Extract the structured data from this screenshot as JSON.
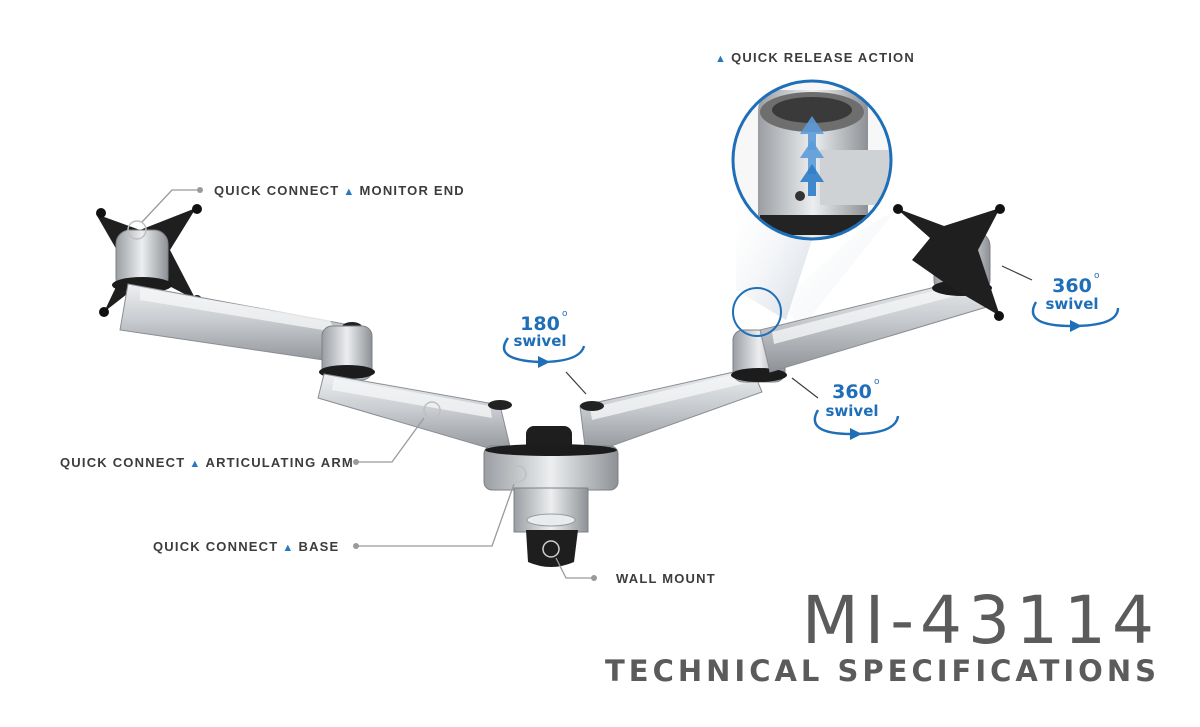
{
  "callouts": {
    "monitor_end": {
      "left": "QUICK CONNECT",
      "right": "MONITOR END"
    },
    "articulating_arm": {
      "left": "QUICK CONNECT",
      "right": "ARTICULATING ARM"
    },
    "base": {
      "left": "QUICK CONNECT",
      "right": "BASE"
    },
    "wall_mount": "WALL MOUNT",
    "quick_release": "QUICK RELEASE ACTION"
  },
  "swivels": {
    "center": {
      "degrees": "180",
      "word": "swivel"
    },
    "right_elbow": {
      "degrees": "360",
      "word": "swivel"
    },
    "right_end": {
      "degrees": "360",
      "word": "swivel"
    }
  },
  "product": {
    "model": "MI-43114",
    "subtitle": "TECHNICAL SPECIFICATIONS"
  },
  "colors": {
    "accent_blue": "#1f6fb8",
    "text_gray": "#5b5b5b",
    "aluminum": "#c9cbce",
    "black": "#1e1e1e"
  }
}
